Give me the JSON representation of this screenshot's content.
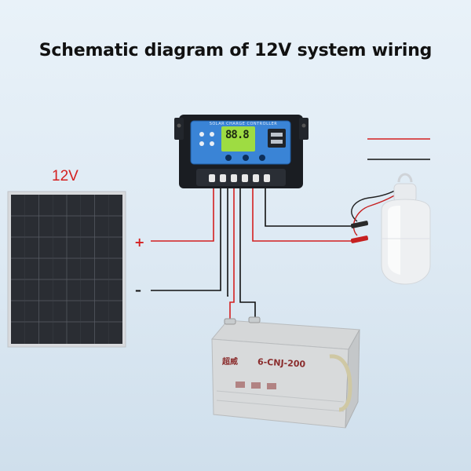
{
  "title": "Schematic diagram of 12V system wiring",
  "panel": {
    "voltage_label": "12V"
  },
  "polarity": {
    "positive": "+",
    "negative": "–"
  },
  "controller": {
    "label": "SOLAR CHARGE CONTROLLER",
    "lcd_reading": "88.8"
  },
  "battery": {
    "model": "6-CNJ-200",
    "brand": "超威"
  },
  "legend": {
    "positive_color": "#d42020",
    "negative_color": "#111111"
  },
  "colors": {
    "wire_positive": "#d42020",
    "wire_negative": "#111111",
    "panel_frame": "#c9ccd0",
    "controller_body": "#1a1d22",
    "controller_face": "#3a84d6"
  }
}
